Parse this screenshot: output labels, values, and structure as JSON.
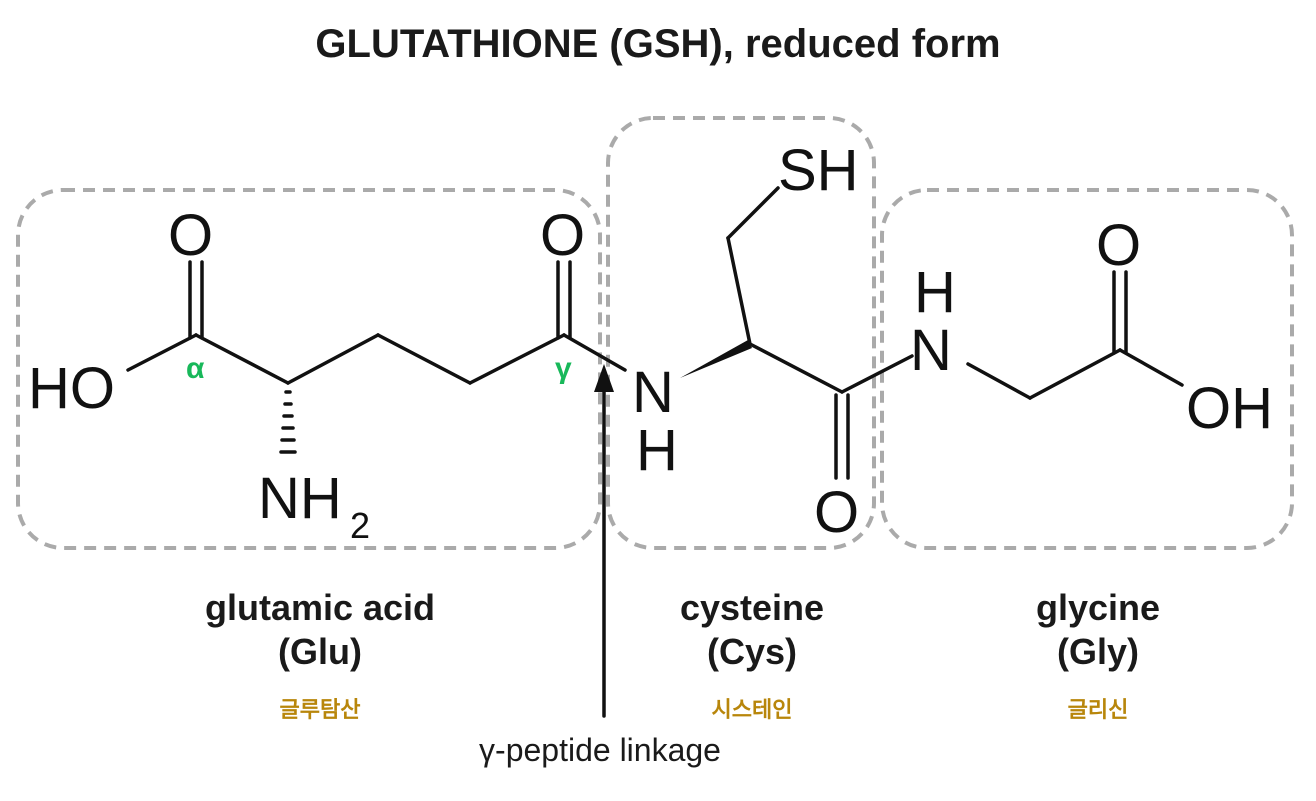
{
  "title": "GLUTATHIONE (GSH), reduced form",
  "atoms": {
    "ho": "HO",
    "o_glu_acid": "O",
    "alpha": "α",
    "nh": "NH",
    "sub2": "2",
    "o_glu_gamma": "O",
    "gamma": "γ",
    "n_cys": "N",
    "h_cys": "H",
    "sh": "SH",
    "o_cys": "O",
    "h_gly": "H",
    "n_gly": "N",
    "o_gly": "O",
    "oh": "OH"
  },
  "residues": [
    {
      "name": "glutamic acid",
      "abbr": "(Glu)",
      "korean": "글루탐산"
    },
    {
      "name": "cysteine",
      "abbr": "(Cys)",
      "korean": "시스테인"
    },
    {
      "name": "glycine",
      "abbr": "(Gly)",
      "korean": "글리신"
    }
  ],
  "linkage_label": "γ-peptide linkage",
  "colors": {
    "greek": "#18b85a",
    "korean": "#b8860b",
    "box": "#aaaaaa"
  }
}
